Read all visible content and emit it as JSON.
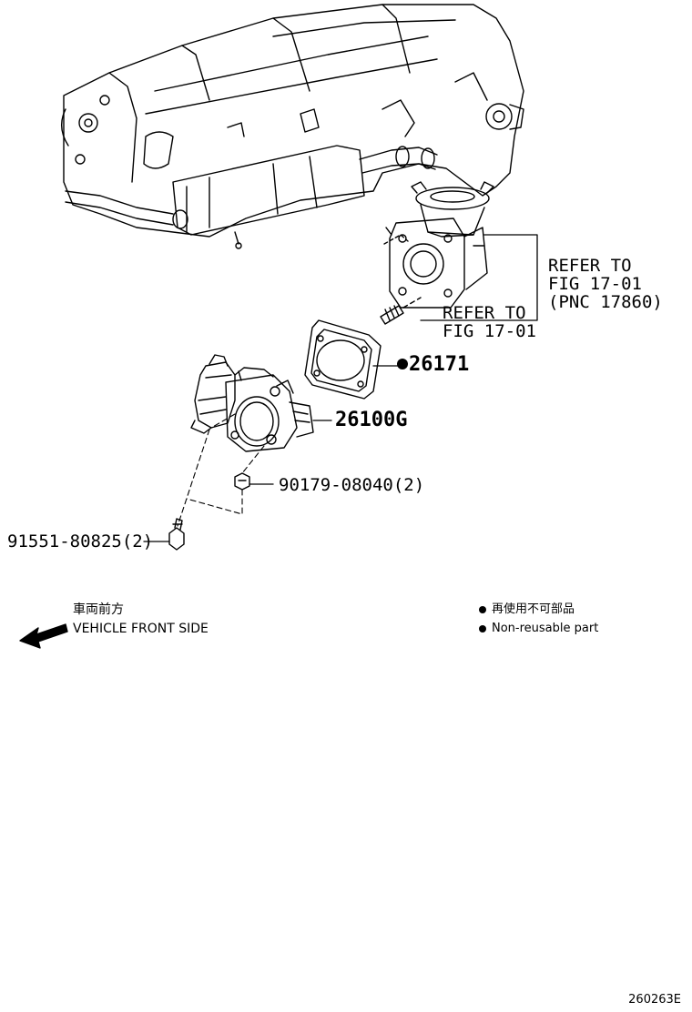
{
  "callouts": {
    "refer_pnc_line1": "REFER TO",
    "refer_pnc_line2": "FIG 17-01",
    "refer_pnc_line3": "(PNC 17860)",
    "refer_line1": "REFER TO",
    "refer_line2": "FIG 17-01",
    "gasket_part": "26171",
    "throttle_body_part": "26100G",
    "nut_part": "90179-08040(2)",
    "bolt_part": "91551-80825(2)"
  },
  "direction": {
    "label_jp": "車両前方",
    "label_en": "VEHICLE FRONT SIDE"
  },
  "legend": {
    "nonreusable_jp": "再使用不可部品",
    "nonreusable_en": "Non-reusable part"
  },
  "figure_number": "260263E"
}
